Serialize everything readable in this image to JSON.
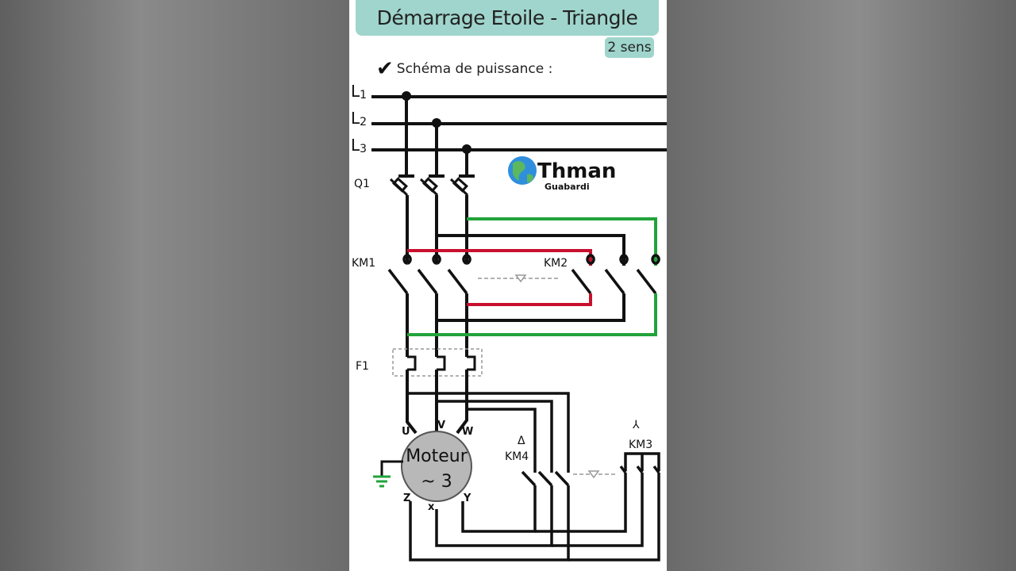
{
  "header": {
    "title": "Démarrage Etoile - Triangle",
    "badge": "2 sens"
  },
  "section": {
    "label": "Schéma de puissance :",
    "icon": "checkmark-icon"
  },
  "phases": [
    {
      "letter": "L",
      "index": "1"
    },
    {
      "letter": "L",
      "index": "2"
    },
    {
      "letter": "L",
      "index": "3"
    }
  ],
  "components": {
    "q1": "Q1",
    "km1": "KM1",
    "km2": "KM2",
    "f1": "F1",
    "km3": "KM3",
    "km4": "KM4",
    "km3_symbol": "⅄",
    "km4_symbol": "Δ"
  },
  "motor": {
    "line1": "Moteur",
    "line2": "~ 3",
    "terminals": {
      "u": "U",
      "v": "V",
      "w": "W",
      "z": "Z",
      "x": "x",
      "y": "Y"
    }
  },
  "watermark": {
    "name": "Thman",
    "sub": "Guabardi",
    "icon": "globe-icon"
  },
  "colors": {
    "title_bg": "#9fd5cc",
    "wire": "#111111",
    "green_wire": "#22a33a",
    "red_wire": "#c8102e",
    "ground": "#22a33a",
    "motor_fill": "#b8b8b8"
  }
}
